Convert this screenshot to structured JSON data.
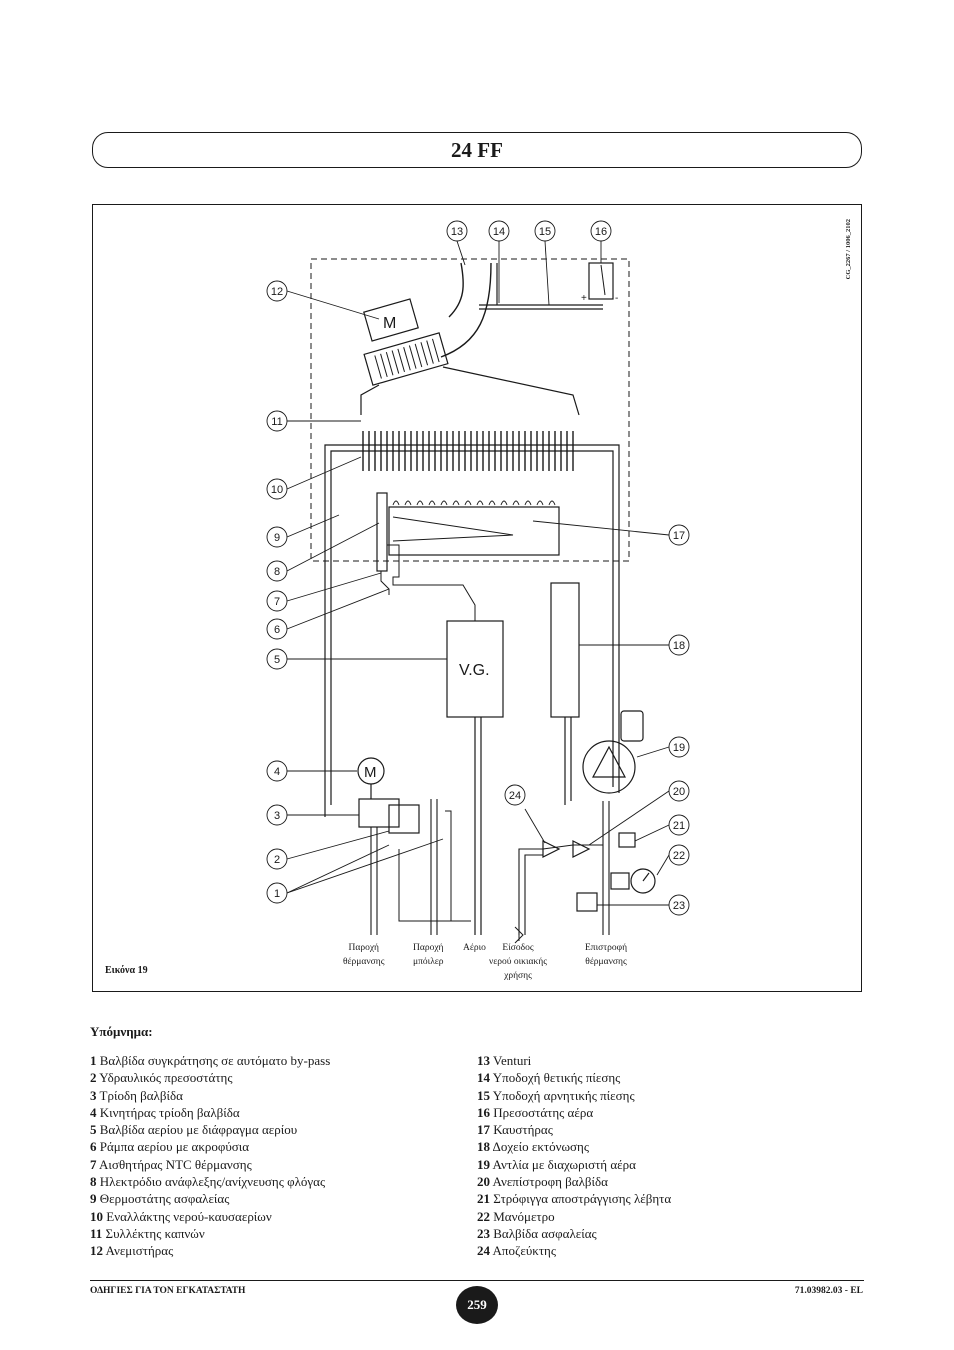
{
  "title": "24 FF",
  "figure": {
    "caption": "Εικόνα 19",
    "ref_code": "CG_2267 / 1006_2102",
    "vg_label": "V.G.",
    "motor_label": "M",
    "callout_numbers": [
      "1",
      "2",
      "3",
      "4",
      "5",
      "6",
      "7",
      "8",
      "9",
      "10",
      "11",
      "12",
      "13",
      "14",
      "15",
      "16",
      "17",
      "18",
      "19",
      "20",
      "21",
      "22",
      "23",
      "24"
    ],
    "connections": [
      {
        "line1": "Παροχή",
        "line2": "θέρμανσης"
      },
      {
        "line1": "Παροχή",
        "line2": "μπόιλερ"
      },
      {
        "line1": "Αέριο",
        "line2": ""
      },
      {
        "line1": "Είσοδος",
        "line2": "νερού οικιακής",
        "line3": "χρήσης"
      },
      {
        "line1": "Επιστροφή",
        "line2": "θέρμανσης"
      }
    ]
  },
  "legend": {
    "title": "Υπόμνημα:",
    "items": [
      {
        "num": "1",
        "text": "Βαλβίδα συγκράτησης σε αυτόματο by-pass"
      },
      {
        "num": "2",
        "text": "Υδραυλικός πρεσοστάτης"
      },
      {
        "num": "3",
        "text": "Τρίοδη βαλβίδα"
      },
      {
        "num": "4",
        "text": "Κινητήρας τρίοδη βαλβίδα"
      },
      {
        "num": "5",
        "text": "Βαλβίδα αερίου με διάφραγμα αερίου"
      },
      {
        "num": "6",
        "text": "Ράμπα αερίου με ακροφύσια"
      },
      {
        "num": "7",
        "text": "Αισθητήρας NTC θέρμανσης"
      },
      {
        "num": "8",
        "text": "Ηλεκτρόδιο ανάφλεξης/ανίχνευσης φλόγας"
      },
      {
        "num": "9",
        "text": "Θερμοστάτης ασφαλείας"
      },
      {
        "num": "10",
        "text": "Εναλλάκτης νερού-καυσαερίων"
      },
      {
        "num": "11",
        "text": "Συλλέκτης καπνών"
      },
      {
        "num": "12",
        "text": "Ανεμιστήρας"
      },
      {
        "num": "13",
        "text": "Venturi"
      },
      {
        "num": "14",
        "text": "Υποδοχή θετικής πίεσης"
      },
      {
        "num": "15",
        "text": "Υποδοχή αρνητικής πίεσης"
      },
      {
        "num": "16",
        "text": "Πρεσοστάτης αέρα"
      },
      {
        "num": "17",
        "text": "Καυστήρας"
      },
      {
        "num": "18",
        "text": "Δοχείο εκτόνωσης"
      },
      {
        "num": "19",
        "text": "Αντλία με διαχωριστή αέρα"
      },
      {
        "num": "20",
        "text": "Ανεπίστροφη βαλβίδα"
      },
      {
        "num": "21",
        "text": "Στρόφιγγα αποστράγγισης λέβητα"
      },
      {
        "num": "22",
        "text": "Μανόμετρο"
      },
      {
        "num": "23",
        "text": "Βαλβίδα ασφαλείας"
      },
      {
        "num": "24",
        "text": "Αποζεύκτης"
      }
    ]
  },
  "footer": {
    "left": "ΟΔΗΓΙΕΣ ΓΙΑ ΤΟΝ ΕΓΚΑΤΑΣΤΑΤΗ",
    "page": "259",
    "right": "71.03982.03 - EL"
  }
}
